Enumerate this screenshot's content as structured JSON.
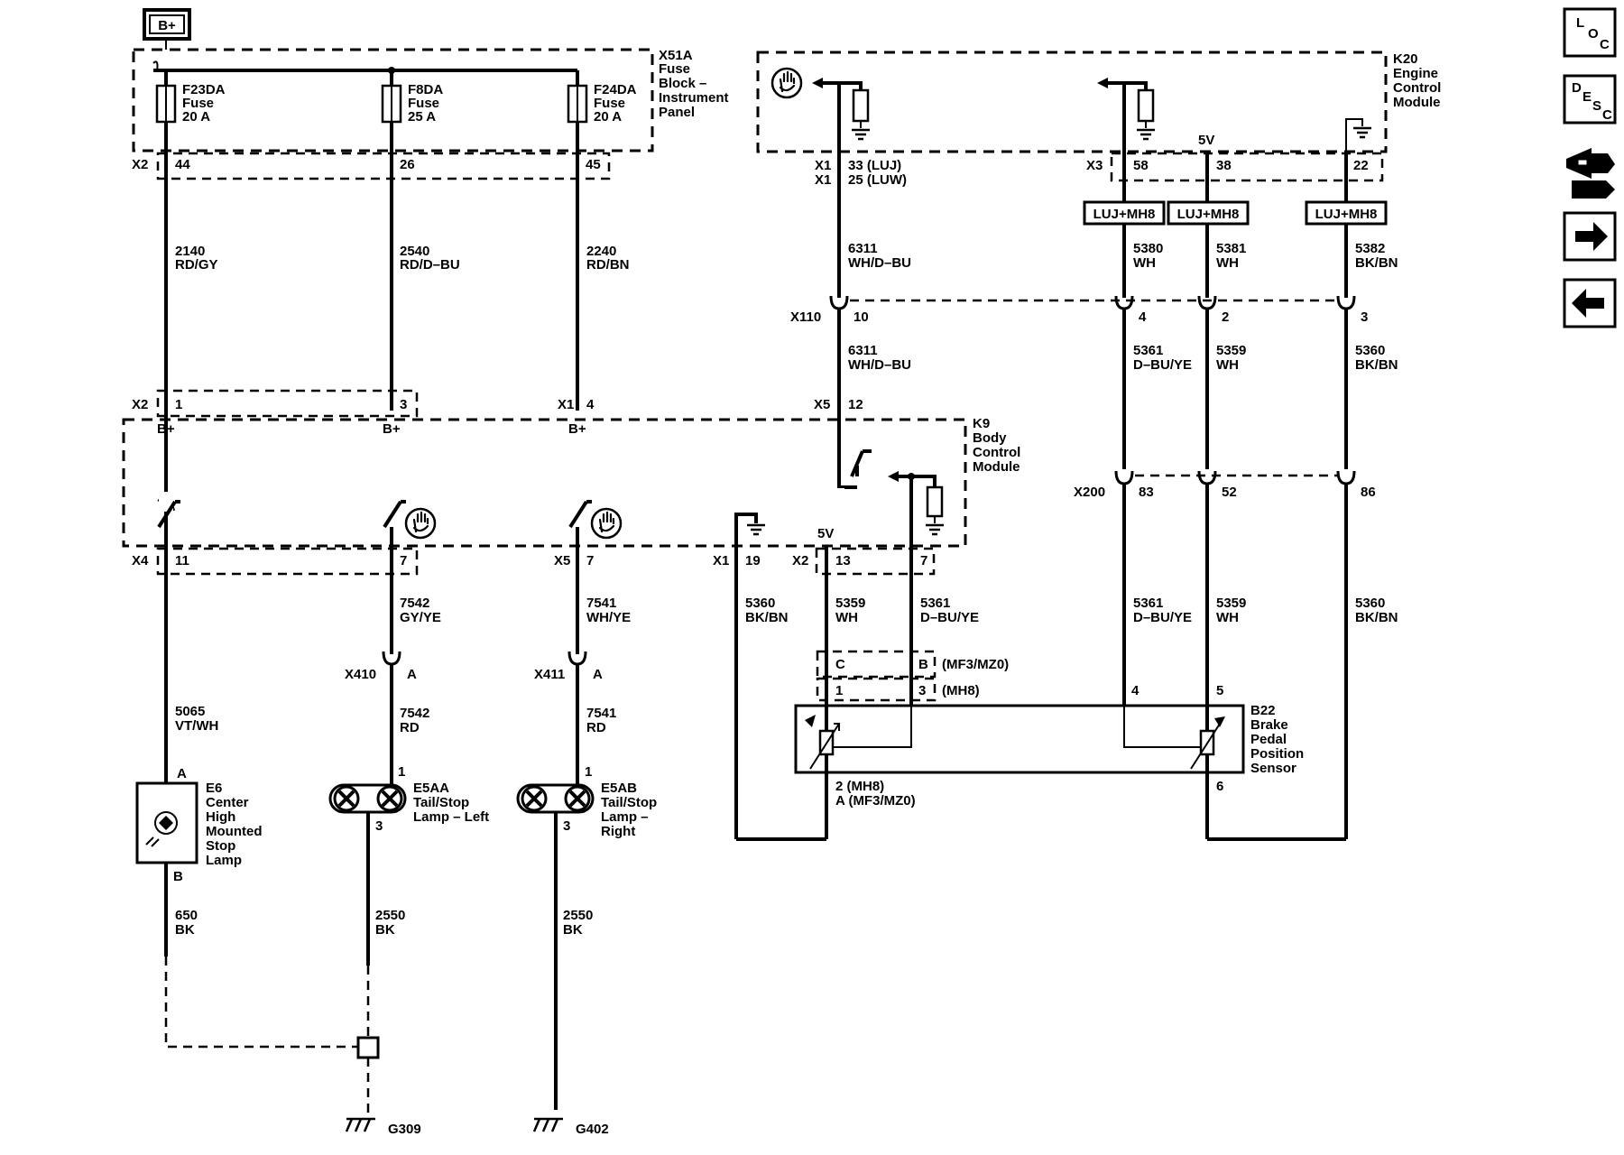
{
  "nav": {
    "loc": [
      "L",
      "O",
      "C"
    ],
    "desc": [
      "D",
      "E",
      "S",
      "C"
    ]
  },
  "labels": {
    "bplus_box": "B+",
    "x51a": [
      "X51A",
      "Fuse",
      "Block –",
      "Instrument",
      "Panel"
    ],
    "f23": [
      "F23DA",
      "Fuse",
      "20 A"
    ],
    "f8": [
      "F8DA",
      "Fuse",
      "25 A"
    ],
    "f24": [
      "F24DA",
      "Fuse",
      "20 A"
    ],
    "x2_top": "X2",
    "p44": "44",
    "p26": "26",
    "p45": "45",
    "w2140": [
      "2140",
      "RD/GY"
    ],
    "w2540": [
      "2540",
      "RD/D–BU"
    ],
    "w2240": [
      "2240",
      "RD/BN"
    ],
    "x2_mid": "X2",
    "p1": "1",
    "p3": "3",
    "x1_mid": "X1",
    "p4": "4",
    "bplus_a": "B+",
    "bplus_b": "B+",
    "bplus_c": "B+",
    "k9": [
      "K9",
      "Body",
      "Control",
      "Module"
    ],
    "x4": "X4",
    "p11": "11",
    "p7a": "7",
    "x5_low": "X5",
    "p7b": "7",
    "x1_19": "X1",
    "p19": "19",
    "x2_13": "X2",
    "p13": "13",
    "p7c": "7",
    "v5_k9": "5V",
    "w5065": [
      "5065",
      "VT/WH"
    ],
    "w7542a": [
      "7542",
      "GY/YE"
    ],
    "w7541a": [
      "7541",
      "WH/YE"
    ],
    "x410": "X410",
    "a410": "A",
    "x411": "X411",
    "a411": "A",
    "w7542b": [
      "7542",
      "RD"
    ],
    "w7541b": [
      "7541",
      "RD"
    ],
    "e6_a": "A",
    "e6_b": "B",
    "e6": [
      "E6",
      "Center",
      "High",
      "Mounted",
      "Stop",
      "Lamp"
    ],
    "e5aa_1": "1",
    "e5aa_3": "3",
    "e5aa": [
      "E5AA",
      "Tail/Stop",
      "Lamp – Left"
    ],
    "e5ab_1": "1",
    "e5ab_3": "3",
    "e5ab": [
      "E5AB",
      "Tail/Stop",
      "Lamp –",
      "Right"
    ],
    "w650": [
      "650",
      "BK"
    ],
    "w2550a": [
      "2550",
      "BK"
    ],
    "w2550b": [
      "2550",
      "BK"
    ],
    "g309": "G309",
    "g402": "G402",
    "k20": [
      "K20",
      "Engine",
      "Control",
      "Module"
    ],
    "x1_33": "X1",
    "p33": "33 (LUJ)",
    "x1_25": "X1",
    "p25": "25 (LUW)",
    "x3": "X3",
    "p58": "58",
    "p38": "38",
    "p22": "22",
    "v5_k20": "5V",
    "luj1": "LUJ+MH8",
    "luj2": "LUJ+MH8",
    "luj3": "LUJ+MH8",
    "w6311a": [
      "6311",
      "WH/D–BU"
    ],
    "w5380": [
      "5380",
      "WH"
    ],
    "w5381": [
      "5381",
      "WH"
    ],
    "w5382": [
      "5382",
      "BK/BN"
    ],
    "x110": "X110",
    "p10": "10",
    "p4b": "4",
    "p2b": "2",
    "p3b": "3",
    "w6311b": [
      "6311",
      "WH/D–BU"
    ],
    "w5361a": [
      "5361",
      "D–BU/YE"
    ],
    "w5359a": [
      "5359",
      "WH"
    ],
    "w5360a": [
      "5360",
      "BK/BN"
    ],
    "x5": "X5",
    "p12": "12",
    "x200": "X200",
    "p83": "83",
    "p52": "52",
    "p86": "86",
    "w5360b": [
      "5360",
      "BK/BN"
    ],
    "w5359b": [
      "5359",
      "WH"
    ],
    "w5361b": [
      "5361",
      "D–BU/YE"
    ],
    "w5361c": [
      "5361",
      "D–BU/YE"
    ],
    "w5359c": [
      "5359",
      "WH"
    ],
    "w5360c": [
      "5360",
      "BK/BN"
    ],
    "pc": "C",
    "pb": "B",
    "mf3": "(MF3/MZ0)",
    "pp1": "1",
    "pp3": "3",
    "mh8": "(MH8)",
    "pp4": "4",
    "pp5": "5",
    "pp6": "6",
    "b22": [
      "B22",
      "Brake",
      "Pedal",
      "Position",
      "Sensor"
    ],
    "b22_pin2": "2 (MH8)",
    "b22_pina": "A (MF3/MZ0)"
  }
}
